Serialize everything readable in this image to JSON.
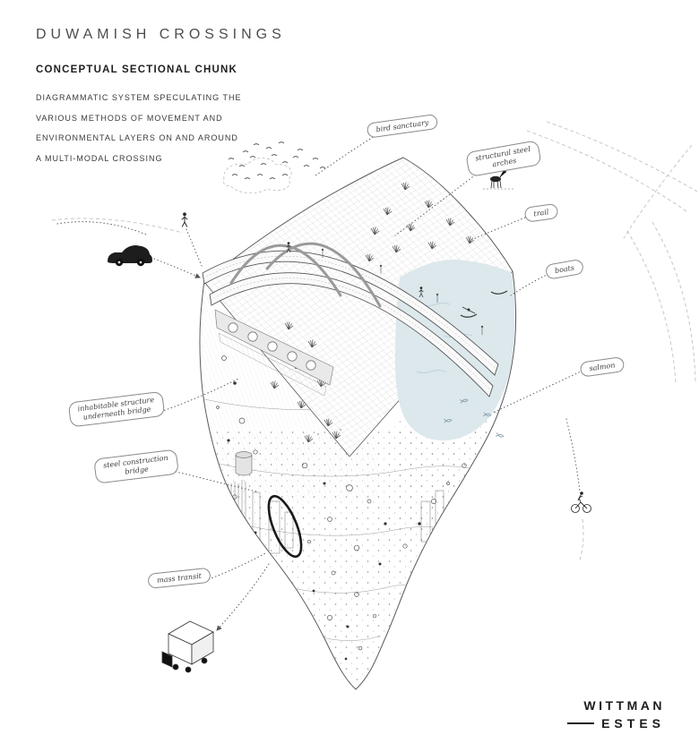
{
  "header": {
    "title": "DUWAMISH CROSSINGS",
    "subtitle": "CONCEPTUAL SECTIONAL CHUNK",
    "description_lines": [
      "DIAGRAMMATIC SYSTEM SPECULATING THE",
      "VARIOUS METHODS OF MOVEMENT AND",
      "ENVIRONMENTAL LAYERS ON AND AROUND",
      "A MULTI-MODAL CROSSING"
    ]
  },
  "labels": [
    {
      "id": "bird-sanctuary",
      "text": "bird sanctuary"
    },
    {
      "id": "structural-steel-arches",
      "text": "structural steel\narches"
    },
    {
      "id": "trail",
      "text": "trail"
    },
    {
      "id": "boats",
      "text": "boats"
    },
    {
      "id": "salmon",
      "text": "salmon"
    },
    {
      "id": "inhabitable-structure",
      "text": "inhabitable structure\nunderneath bridge"
    },
    {
      "id": "steel-construction-bridge",
      "text": "steel construction\nbridge"
    },
    {
      "id": "mass-transit",
      "text": "mass transit"
    }
  ],
  "logo": {
    "line1": "WITTMAN",
    "line2": "ESTES"
  },
  "colors": {
    "ink": "#4a4a4a",
    "light_ink": "#9a9a9a",
    "water": "#dce8ec",
    "background": "#ffffff",
    "accent_dark": "#1d1d1d"
  },
  "icons": {
    "car": "black-car-side-silhouette",
    "truck": "white-box-truck-3d",
    "birds": "chevron-flock",
    "deer": "deer-silhouette",
    "cyclist": "bicycle-rider-figure",
    "kayaker": "kayak-paddler",
    "boat": "small-hull-line",
    "fish": "salmon-outline",
    "person": "stick-figure",
    "tunnel": "bold-ellipse-bore"
  }
}
